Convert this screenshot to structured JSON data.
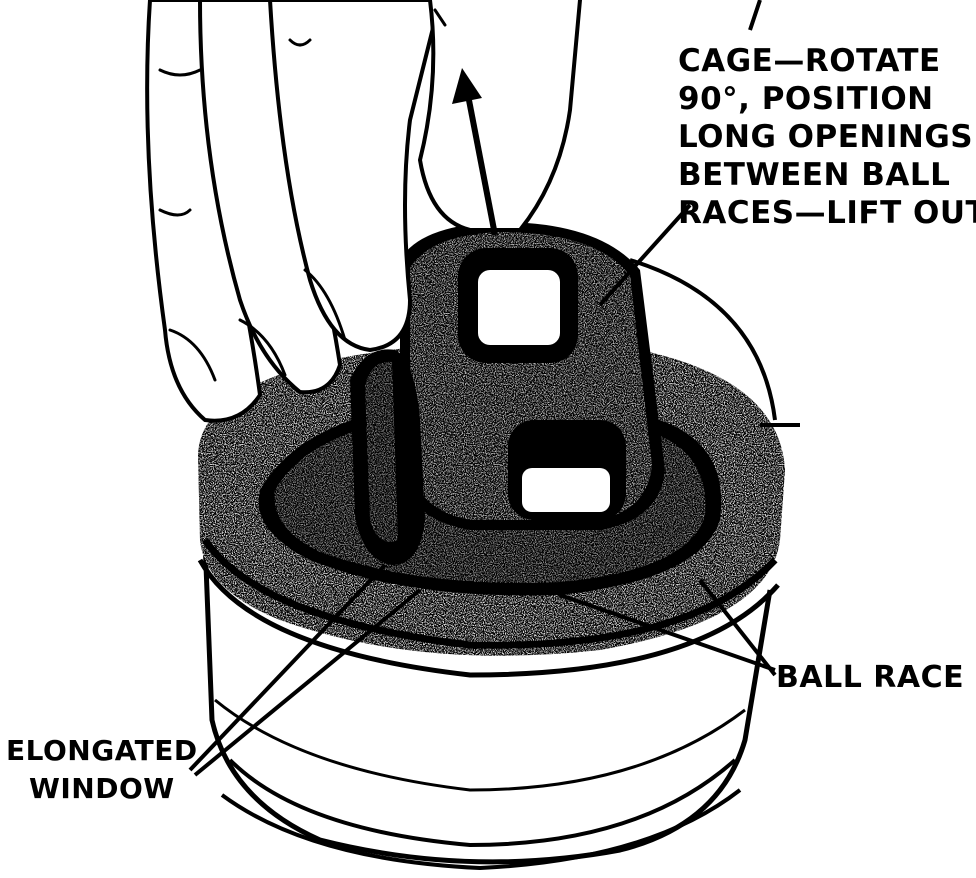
{
  "diagram": {
    "labels": {
      "cage_lines": [
        "CAGE—ROTATE",
        "90°, POSITION",
        "LONG OPENINGS",
        "BETWEEN BALL",
        "RACES—LIFT OUT"
      ],
      "ball_race": "BALL RACE",
      "window_lines": [
        "ELONGATED",
        "WINDOW"
      ]
    },
    "colors": {
      "ink": "#000000",
      "paper": "#ffffff"
    }
  }
}
